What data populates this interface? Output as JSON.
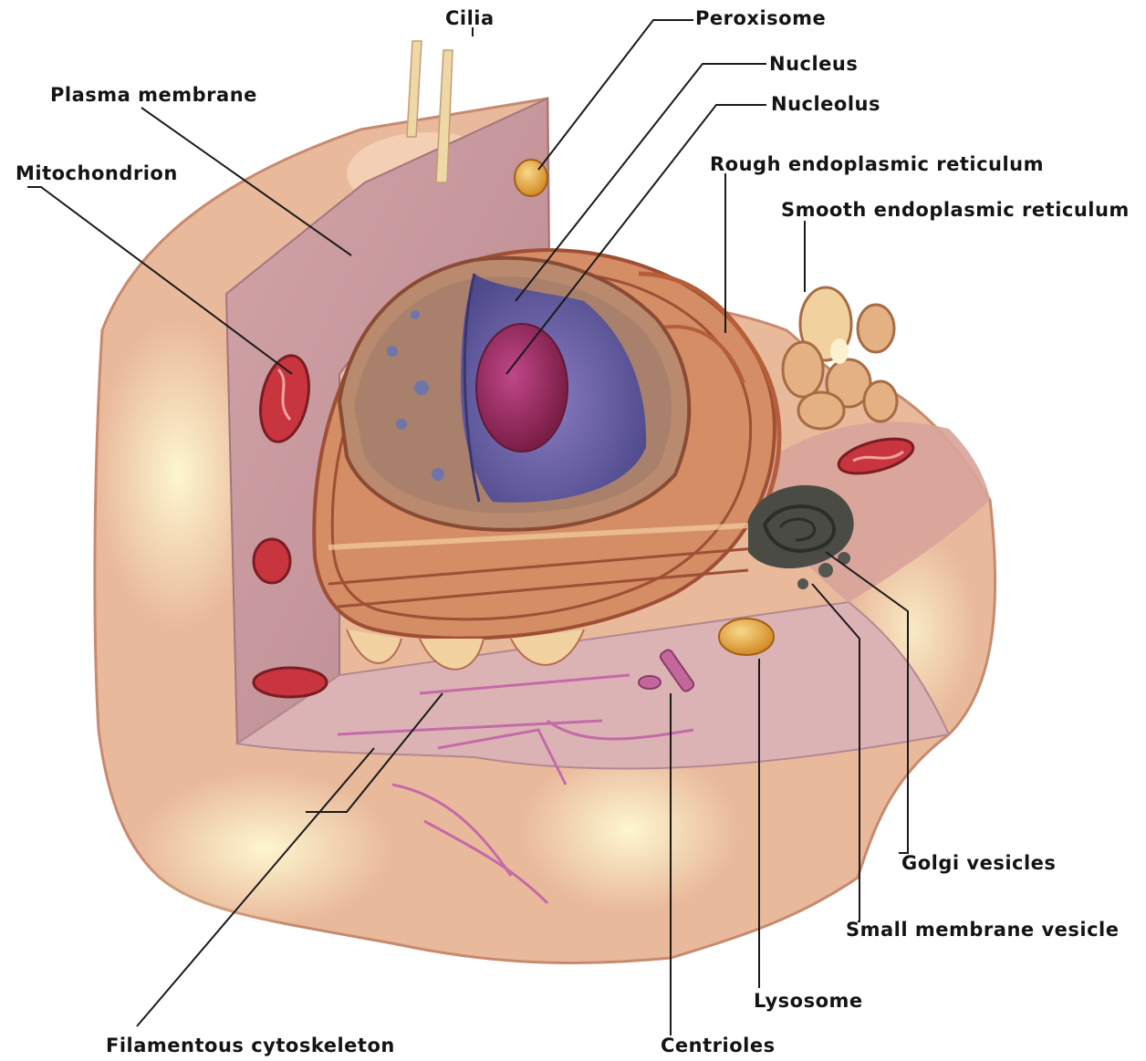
{
  "labels": {
    "cilia": "Cilia",
    "peroxisome": "Peroxisome",
    "nucleus": "Nucleus",
    "nucleolus": "Nucleolus",
    "plasma_membrane": "Plasma membrane",
    "mitochondrion": "Mitochondrion",
    "rough_er": "Rough endoplasmic reticulum",
    "smooth_er": "Smooth endoplasmic reticulum",
    "golgi_vesicles": "Golgi vesicles",
    "small_membrane_vesicle": "Small membrane vesicle",
    "lysosome": "Lysosome",
    "filamentous_cytoskeleton": "Filamentous cytoskeleton",
    "centrioles": "Centrioles"
  },
  "colors": {
    "cell_outer": "#e9b99b",
    "cell_highlight": "#fbf2c6",
    "cut_face": "#c99aa0",
    "floor": "#dcb3b5",
    "nuclear_envelope": "#b5644a",
    "nucleoplasm": "#7a6aa6",
    "nucleolus": "#a0305f",
    "rough_er": "#c97c55",
    "mitochondrion": "#c8353f",
    "golgi": "#4a4b45",
    "peroxisome": "#e7a63b",
    "lysosome": "#dcab45",
    "smooth_er": "#d8a36f",
    "centriole": "#c2689a",
    "cytoskeleton": "#c46aa8",
    "leader_lines": "#1a1a1a"
  }
}
